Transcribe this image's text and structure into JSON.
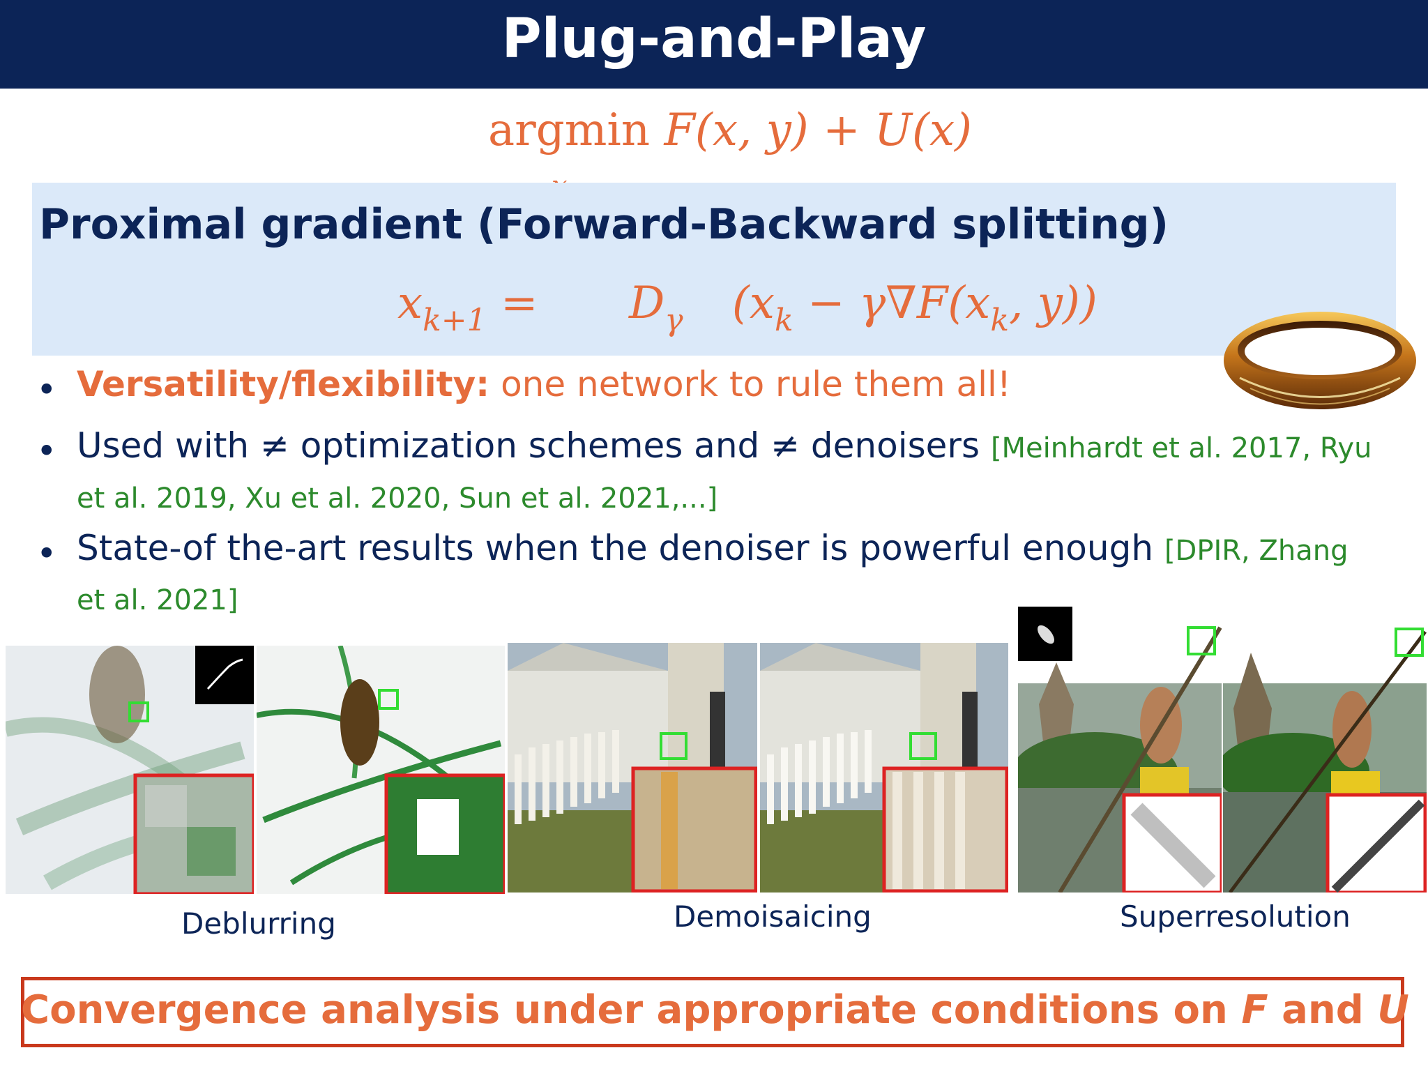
{
  "slide": {
    "title": "Plug-and-Play",
    "objective": {
      "op": "argmin",
      "expr": "F(x, y) + U(x)",
      "subscript": "x"
    },
    "box_heading": "Proximal gradient (Forward-Backward splitting)",
    "iteration": {
      "lhs_var": "x",
      "lhs_sub": "k+1",
      "equals": "=",
      "op": "D",
      "op_sub": "γ",
      "arg_open": "(x",
      "arg_sub1": "k",
      "arg_mid": " − γ∇F(x",
      "arg_sub2": "k",
      "arg_close": ", y))"
    },
    "bullets": [
      {
        "strong": "Versatility/flexibility:",
        "text": "one network to rule them all!"
      },
      {
        "text": "Used with ≠ optimization schemes and ≠ denoisers",
        "cite_a": "[Meinhardt et al. 2017, Ryu",
        "cite_b": "et al. 2019, Xu et al. 2020, Sun et al. 2021,...]"
      },
      {
        "text": "State-of the-art results when the denoiser is powerful enough",
        "cite_a": "[DPIR, Zhang",
        "cite_b": "et al. 2021]"
      }
    ],
    "captions": {
      "deblurring": "Deblurring",
      "demosaicing": "Demoisaicing",
      "superres": "Superresolution"
    },
    "conclusion": {
      "before": "Convergence analysis under appropriate conditions on ",
      "f": "F",
      "and": " and ",
      "u": "U"
    },
    "colors": {
      "navy": "#0c2457",
      "orange": "#e56c3c",
      "green": "#2c8a2c",
      "box_blue": "#dbe9f9",
      "frame_red": "#c9391c"
    }
  }
}
